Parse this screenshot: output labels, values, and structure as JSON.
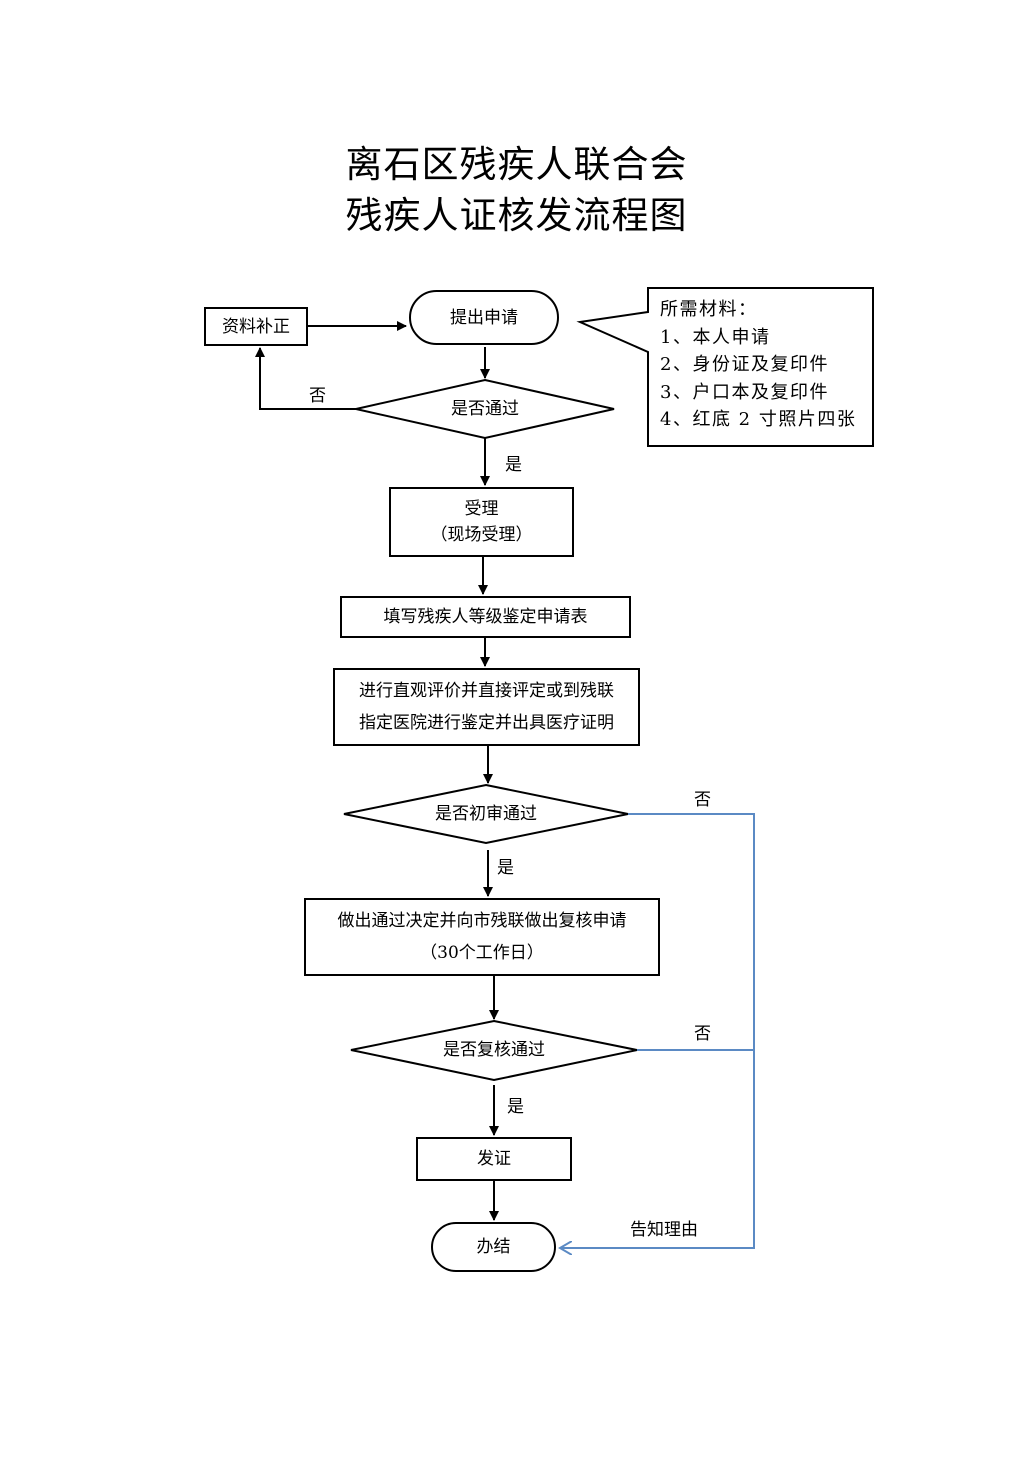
{
  "title": {
    "line1": "离石区残疾人联合会",
    "line2": "残疾人证核发流程图"
  },
  "nodes": {
    "correction": "资料补正",
    "apply": "提出申请",
    "check_pass": "是否通过",
    "accept_line1": "受理",
    "accept_line2": "（现场受理）",
    "fill_form": "填写残疾人等级鉴定申请表",
    "evaluate_line1": "进行直观评价并直接评定或到残联",
    "evaluate_line2": "指定医院进行鉴定并出具医疗证明",
    "initial_review": "是否初审通过",
    "decision_line1": "做出通过决定并向市残联做出复核申请",
    "decision_line2": "（30个工作日）",
    "recheck": "是否复核通过",
    "issue": "发证",
    "done": "办结"
  },
  "labels": {
    "no_1": "否",
    "yes_1": "是",
    "no_2": "否",
    "yes_2": "是",
    "no_3": "否",
    "yes_3": "是",
    "inform_reason": "告知理由"
  },
  "materials": {
    "heading": "所需材料：",
    "items": [
      "1、本人申请",
      "2、身份证及复印件",
      "3、户口本及复印件",
      "4、红底 2 寸照片四张"
    ]
  },
  "colors": {
    "line": "#000000",
    "reject_line": "#5b8ac4"
  }
}
